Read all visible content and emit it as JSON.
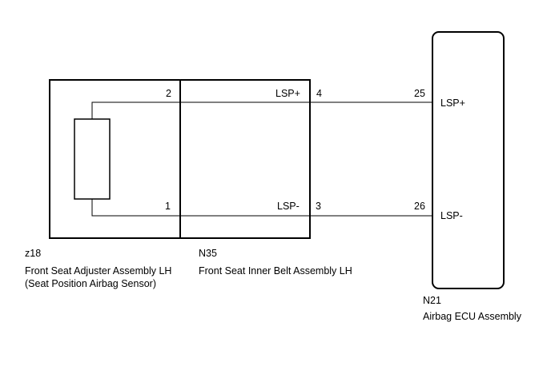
{
  "connectors": {
    "z18": {
      "id": "z18",
      "name_line1": "Front Seat Adjuster Assembly LH",
      "name_line2": "(Seat Position Airbag Sensor)",
      "pin_top": "2",
      "pin_bottom": "1"
    },
    "n35": {
      "id": "N35",
      "name": "Front Seat Inner Belt Assembly LH",
      "pin_top_label": "LSP+",
      "pin_top": "4",
      "pin_bottom_label": "LSP-",
      "pin_bottom": "3"
    },
    "n21": {
      "id": "N21",
      "name": "Airbag ECU Assembly",
      "pin_top": "25",
      "pin_top_label": "LSP+",
      "pin_bottom": "26",
      "pin_bottom_label": "LSP-"
    }
  }
}
